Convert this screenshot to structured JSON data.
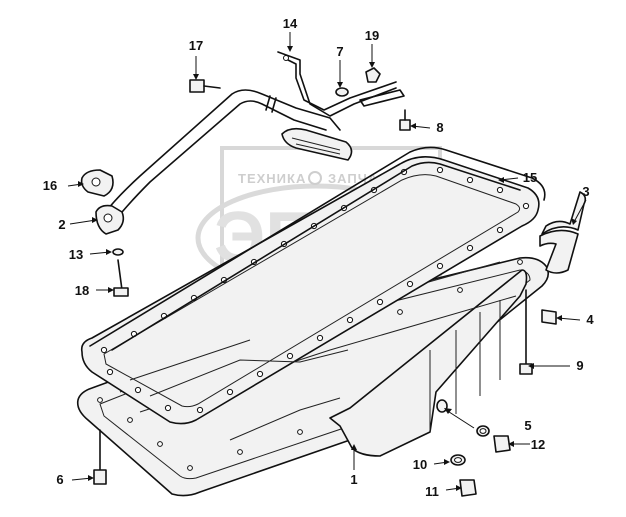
{
  "watermark": {
    "line1_left": "ТЕХНИКА",
    "line1_right": "ЗАПЧАСТИ",
    "logo_text": "ЭПФ"
  },
  "callouts": [
    {
      "id": "c1",
      "label": "1"
    },
    {
      "id": "c2",
      "label": "2"
    },
    {
      "id": "c3",
      "label": "3"
    },
    {
      "id": "c4",
      "label": "4"
    },
    {
      "id": "c5",
      "label": "5"
    },
    {
      "id": "c6",
      "label": "6"
    },
    {
      "id": "c7",
      "label": "7"
    },
    {
      "id": "c8",
      "label": "8"
    },
    {
      "id": "c9",
      "label": "9"
    },
    {
      "id": "c10",
      "label": "10"
    },
    {
      "id": "c11",
      "label": "11"
    },
    {
      "id": "c12",
      "label": "12"
    },
    {
      "id": "c13",
      "label": "13"
    },
    {
      "id": "c14",
      "label": "14"
    },
    {
      "id": "c15",
      "label": "15"
    },
    {
      "id": "c16",
      "label": "16"
    },
    {
      "id": "c17",
      "label": "17"
    },
    {
      "id": "c18",
      "label": "18"
    },
    {
      "id": "c19",
      "label": "19"
    }
  ]
}
